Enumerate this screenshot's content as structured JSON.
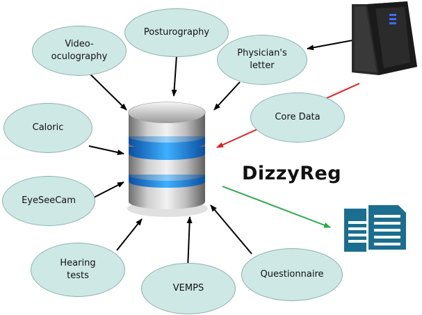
{
  "title": "DizzyReg",
  "nodes": {
    "video_oculography": "Video-\noculography",
    "posturography": "Posturography",
    "physicians_letter": "Physician's\nletter",
    "core_data": "Core Data",
    "caloric": "Caloric",
    "eyeseecam": "EyeSeeCam",
    "hearing_tests": "Hearing\ntests",
    "vemps": "VEMPS",
    "questionnaire": "Questionnaire"
  },
  "icons": {
    "database": "database-icon",
    "server": "server-icon",
    "report": "documents-icon"
  },
  "colors": {
    "node_fill": "#cde8e5",
    "node_border": "#8ab2b0",
    "arrow": "#000000",
    "core_data_arrow": "#e0201b",
    "output_arrow": "#2aa84a",
    "db_ring": "#1f8fe8",
    "document": "#1b6e8f"
  }
}
